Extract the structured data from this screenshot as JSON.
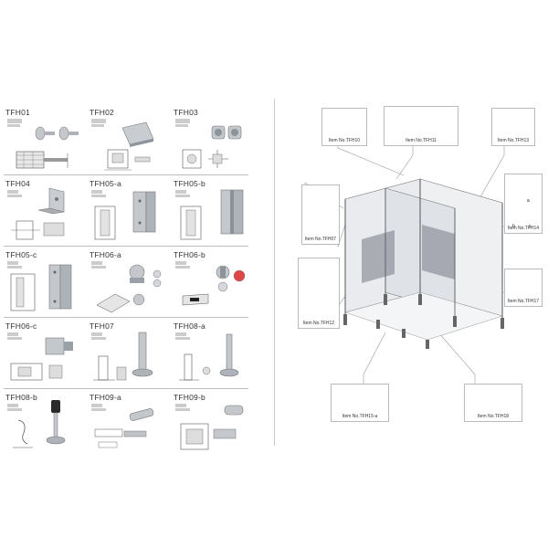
{
  "catalog": {
    "items": [
      {
        "code": "TFH01"
      },
      {
        "code": "TFH02"
      },
      {
        "code": "TFH03"
      },
      {
        "code": "TFH04"
      },
      {
        "code": "TFH05-a"
      },
      {
        "code": "TFH05-b"
      },
      {
        "code": "TFH05-c"
      },
      {
        "code": "TFH06-a"
      },
      {
        "code": "TFH06-b"
      },
      {
        "code": "TFH06-c"
      },
      {
        "code": "TFH07"
      },
      {
        "code": "TFH08-a"
      },
      {
        "code": "TFH08-b"
      },
      {
        "code": "TFH09-a"
      },
      {
        "code": "TFH09-b"
      }
    ]
  },
  "diagram": {
    "callouts": [
      {
        "label": "Item No.TFH10"
      },
      {
        "label": "Item No.TFH11"
      },
      {
        "label": "Item No.TFH13"
      },
      {
        "label": "Item No.TFH07"
      },
      {
        "label": "Item No.TFH14"
      },
      {
        "label": "Item No.TFH12"
      },
      {
        "label": "Item No.TFH17"
      },
      {
        "label": "Item No.TFH15-a"
      },
      {
        "label": "Item No.TFH18"
      }
    ],
    "tfh14_marks": {
      "a": "a",
      "b": "b",
      "c": "c"
    }
  },
  "colors": {
    "metal": "#b8bcc2",
    "metal_dark": "#7d838b",
    "glass": "#d9dde2",
    "line": "#bdbdbd",
    "text": "#333333"
  }
}
